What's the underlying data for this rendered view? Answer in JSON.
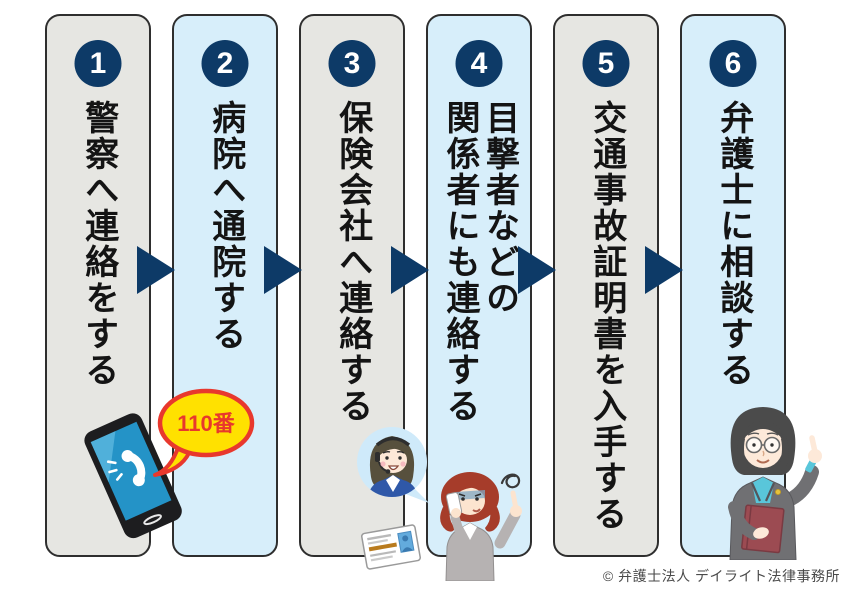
{
  "steps": [
    {
      "number": "1",
      "label": "警察へ連絡をする"
    },
    {
      "number": "2",
      "label": "病院へ通院する"
    },
    {
      "number": "3",
      "label": "保険会社へ連絡する"
    },
    {
      "number": "4",
      "label": "目撃者などの\n関係者にも連絡する"
    },
    {
      "number": "5",
      "label": "交通事故証明書を入手する"
    },
    {
      "number": "6",
      "label": "弁護士に相談する"
    }
  ],
  "speech_bubble": {
    "text": "110番"
  },
  "footer": {
    "copyright": "© 弁護士法人 デイライト法律事務所"
  },
  "colors": {
    "navy": "#0d3a67",
    "panel_gray": "#e6e6e2",
    "panel_blue": "#d7eefa",
    "bubble_yellow": "#ffe100",
    "bubble_red": "#e8382d",
    "phone_screen_blue": "#2493c7",
    "operator_bubble_blue": "#cfeafa",
    "text_black": "#141414"
  }
}
